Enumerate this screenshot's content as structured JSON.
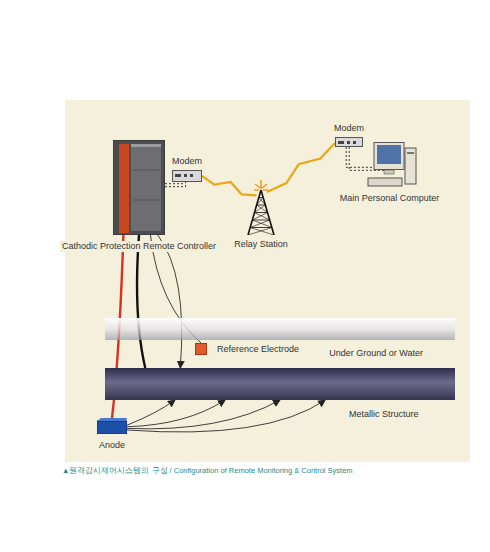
{
  "diagram": {
    "caption": "▲원격감시제어시스템의 구성 / Configuration of Remote Monitoring & Control System",
    "nodes": [
      {
        "text": [
          "Cathodic Protection Remote Controller"
        ]
      },
      {
        "text": [
          "Modem"
        ]
      },
      {
        "text": [
          "Relay Station"
        ]
      },
      {
        "text": [
          "Modem"
        ]
      },
      {
        "text": [
          "Main Personal Computer"
        ]
      },
      {
        "text": [
          "Reference Electrode"
        ]
      },
      {
        "text": [
          "Under Ground or Water"
        ]
      },
      {
        "text": [
          "Metallic Structure"
        ]
      },
      {
        "text": [
          "Anode"
        ]
      }
    ],
    "edges": [
      {
        "from": 0,
        "to": 1,
        "arrow": "none"
      },
      {
        "from": 1,
        "to": 2,
        "arrow": "none"
      },
      {
        "from": 2,
        "to": 3,
        "arrow": "none"
      },
      {
        "from": 3,
        "to": 4,
        "arrow": "none"
      },
      {
        "from": 0,
        "to": 8,
        "arrow": "none"
      },
      {
        "from": 0,
        "to": 7,
        "arrow": "none"
      },
      {
        "from": 0,
        "to": 5,
        "arrow": "none"
      },
      {
        "from": 0,
        "to": 7,
        "arrow": "to"
      },
      {
        "from": 8,
        "to": 7,
        "arrow": "to"
      },
      {
        "from": 8,
        "to": 7,
        "arrow": "to"
      },
      {
        "from": 8,
        "to": 7,
        "arrow": "to"
      },
      {
        "from": 8,
        "to": 7,
        "arrow": "to"
      }
    ]
  }
}
